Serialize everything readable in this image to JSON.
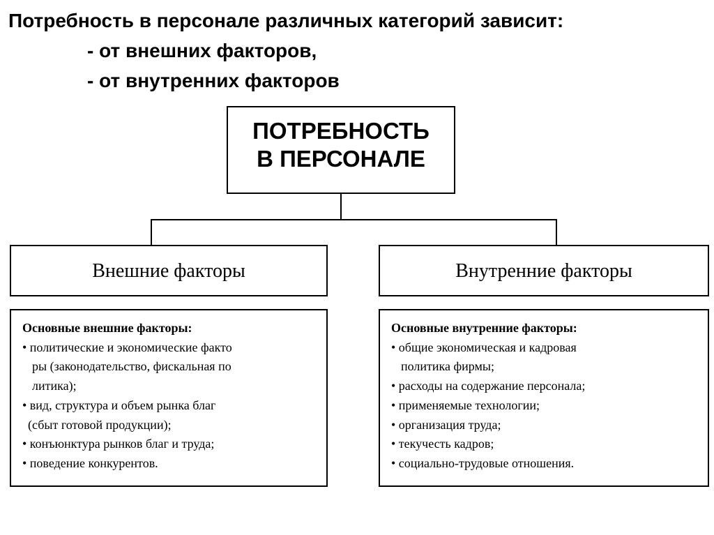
{
  "heading": {
    "line1": "Потребность в персонале различных категорий зависит:",
    "line2": "- от внешних факторов,",
    "line3": "- от внутренних факторов"
  },
  "root": {
    "line1": "ПОТРЕБНОСТЬ",
    "line2": "В ПЕРСОНАЛЕ"
  },
  "categories": {
    "external": "Внешние факторы",
    "internal": "Внутренние факторы"
  },
  "external_list": {
    "title": "Основные внешние факторы:",
    "lines": [
      "• политические и экономические факто",
      "ры (законодательство, фискальная по",
      "литика);",
      "• вид, структура и объем рынка благ",
      "(сбыт готовой продукции);",
      "• конъюнктура рынков благ и труда;",
      "• поведение конкурентов."
    ]
  },
  "internal_list": {
    "title": "Основные внутренние факторы:",
    "lines": [
      "• общие экономическая и кадровая",
      "политика фирмы;",
      "• расходы на содержание персонала;",
      "• применяемые технологии;",
      "• организация труда;",
      "• текучесть кадров;",
      "• социально-трудовые отношения."
    ]
  }
}
